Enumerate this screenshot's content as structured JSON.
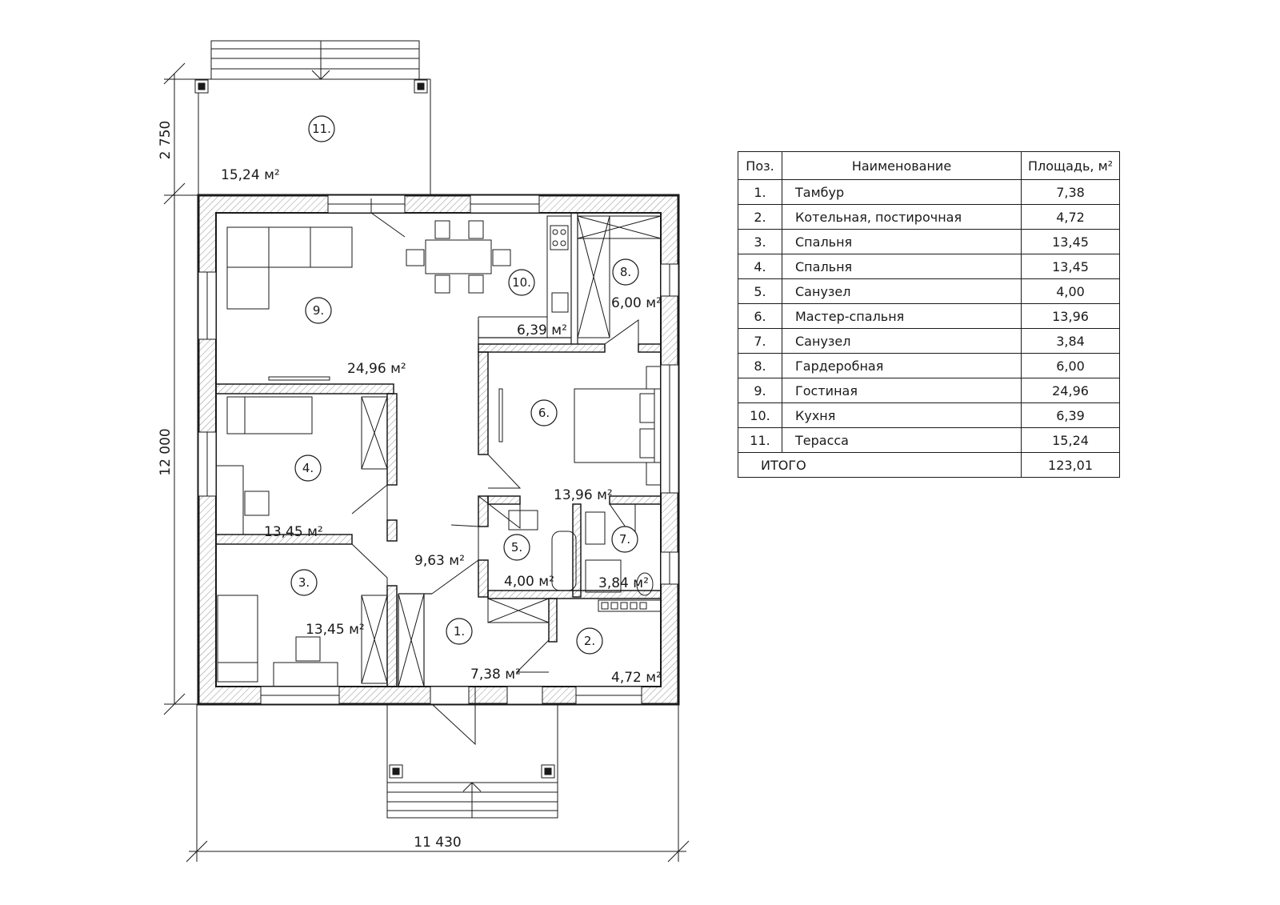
{
  "plan": {
    "dims": {
      "top_height": "2 750",
      "total_height": "12 000",
      "total_width": "11 430"
    },
    "terrace_area": "15,24 м²",
    "rooms": [
      {
        "num": "1.",
        "area": "7,38 м²"
      },
      {
        "num": "2.",
        "area": "4,72 м²"
      },
      {
        "num": "3.",
        "area": "13,45 м²"
      },
      {
        "num": "4.",
        "area": "13,45 м²"
      },
      {
        "num": "5.",
        "area": "4,00 м²"
      },
      {
        "num": "6.",
        "area": "13,96 м²"
      },
      {
        "num": "7.",
        "area": "3,84 м²"
      },
      {
        "num": "8.",
        "area": "6,00 м²"
      },
      {
        "num": "9.",
        "area": "24,96 м²"
      },
      {
        "num": "10.",
        "area": "6,39 м²"
      },
      {
        "num": "11.",
        "area": ""
      }
    ],
    "hall_area": "9,63 м²"
  },
  "table": {
    "headers": {
      "pos": "Поз.",
      "name": "Наименование",
      "area": "Площадь, м²"
    },
    "rows": [
      {
        "pos": "1.",
        "name": "Тамбур",
        "area": "7,38"
      },
      {
        "pos": "2.",
        "name": "Котельная, постирочная",
        "area": "4,72"
      },
      {
        "pos": "3.",
        "name": "Спальня",
        "area": "13,45"
      },
      {
        "pos": "4.",
        "name": "Спальня",
        "area": "13,45"
      },
      {
        "pos": "5.",
        "name": "Санузел",
        "area": "4,00"
      },
      {
        "pos": "6.",
        "name": "Мастер-спальня",
        "area": "13,96"
      },
      {
        "pos": "7.",
        "name": "Санузел",
        "area": "3,84"
      },
      {
        "pos": "8.",
        "name": "Гардеробная",
        "area": "6,00"
      },
      {
        "pos": "9.",
        "name": "Гостиная",
        "area": "24,96"
      },
      {
        "pos": "10.",
        "name": "Кухня",
        "area": "6,39"
      },
      {
        "pos": "11.",
        "name": "Терасса",
        "area": "15,24"
      }
    ],
    "total": {
      "label": "ИТОГО",
      "area": "123,01"
    }
  }
}
